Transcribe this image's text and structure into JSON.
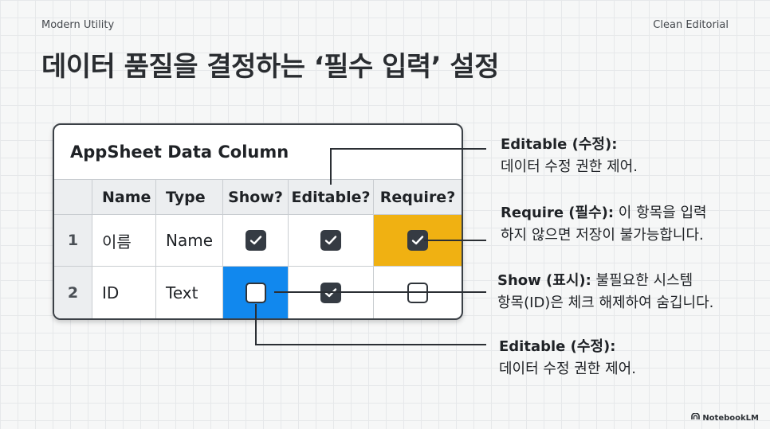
{
  "header": {
    "left_label": "Modern Utility",
    "right_label": "Clean Editorial",
    "title": "데이터 품질을 결정하는 ‘필수 입력’ 설정"
  },
  "table": {
    "title": "AppSheet Data Column",
    "columns": [
      "",
      "Name",
      "Type",
      "Show?",
      "Editable?",
      "Require?"
    ],
    "rows": [
      {
        "num": "1",
        "name": "이름",
        "type": "Name",
        "show": true,
        "editable": true,
        "require": true
      },
      {
        "num": "2",
        "name": "ID",
        "type": "Text",
        "show": false,
        "editable": true,
        "require": false
      }
    ]
  },
  "callouts": {
    "editable_top": {
      "heading": "Editable (수정):",
      "body": "데이터 수정 권한 제어."
    },
    "require": {
      "heading": "Require (필수):",
      "line1_rest": " 이 항목을 입력",
      "line2": "하지 않으면 저장이 불가능합니다."
    },
    "show": {
      "heading": "Show (표시):",
      "line1_rest": " 불필요한 시스템",
      "line2": "항목(ID)은 체크 해제하여 숨깁니다."
    },
    "editable_bottom": {
      "heading": "Editable (수정):",
      "body": "데이터 수정 권한 제어."
    }
  },
  "footer": {
    "brand": "NotebookLM"
  },
  "colors": {
    "require_highlight": "#f0b112",
    "show_highlight": "#1188ee",
    "checkbox_fill": "#353b43"
  }
}
